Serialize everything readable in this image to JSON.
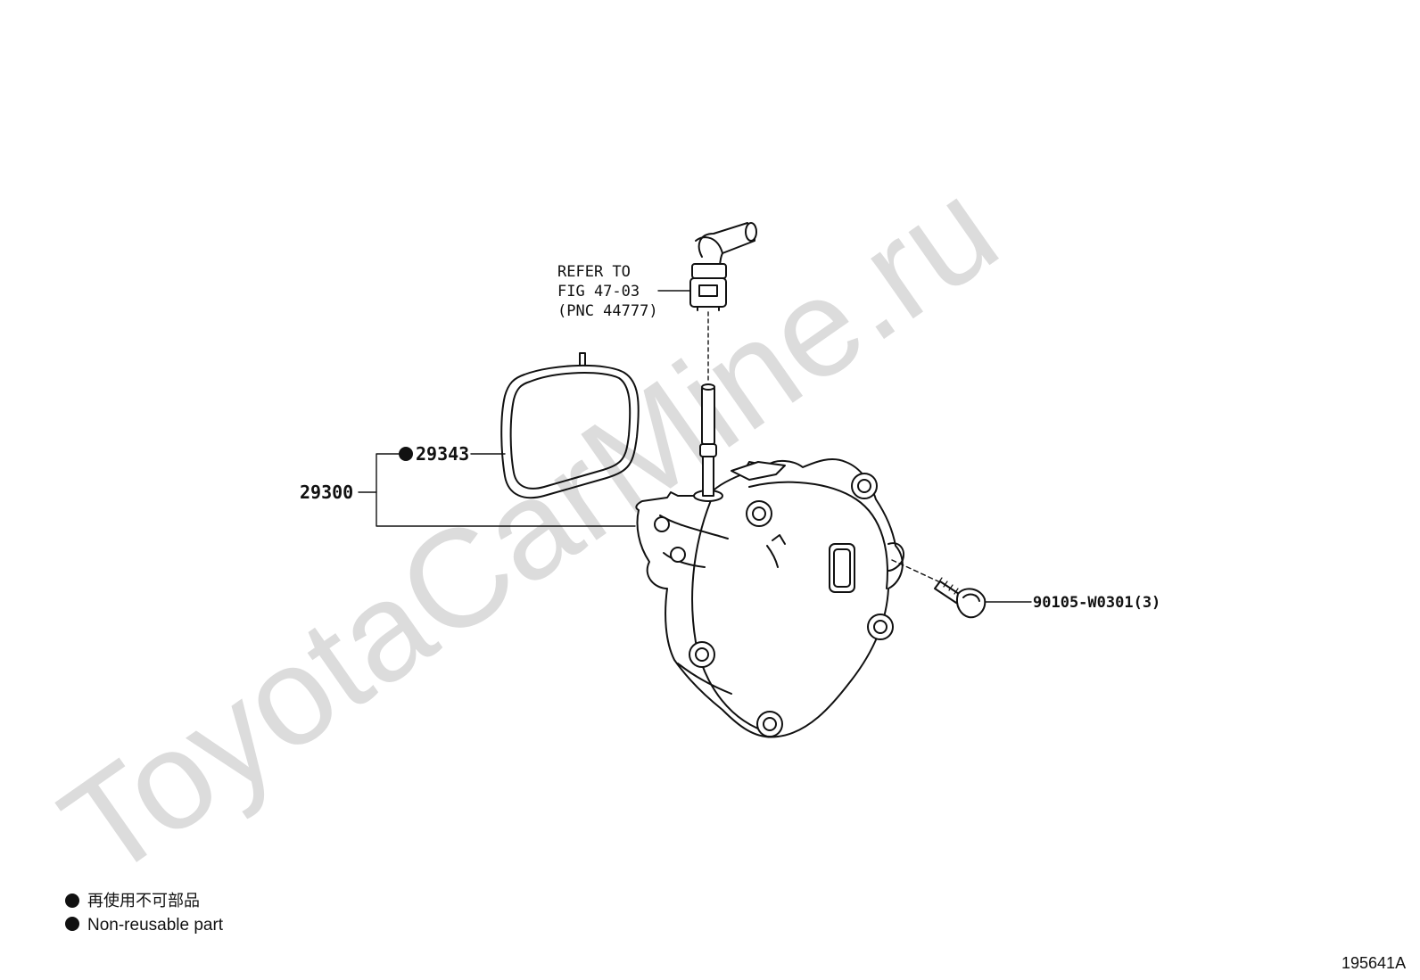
{
  "watermark": {
    "text": "ToyotaCarMine.ru",
    "color": "#d9d9d9"
  },
  "callouts": {
    "refer_line1": "REFER TO",
    "refer_line2": "FIG 47-03",
    "refer_line3": "(PNC 44777)",
    "gasket": "29343",
    "assembly": "29300",
    "bolt": "90105-W0301(3)"
  },
  "legend": {
    "items": [
      {
        "symbol": "filled-circle-icon",
        "text": "再使用不可部品"
      },
      {
        "symbol": "filled-circle-icon",
        "text": "Non-reusable part"
      }
    ]
  },
  "figure_id": "195641A",
  "colors": {
    "line": "#111111",
    "fill": "#ffffff"
  }
}
